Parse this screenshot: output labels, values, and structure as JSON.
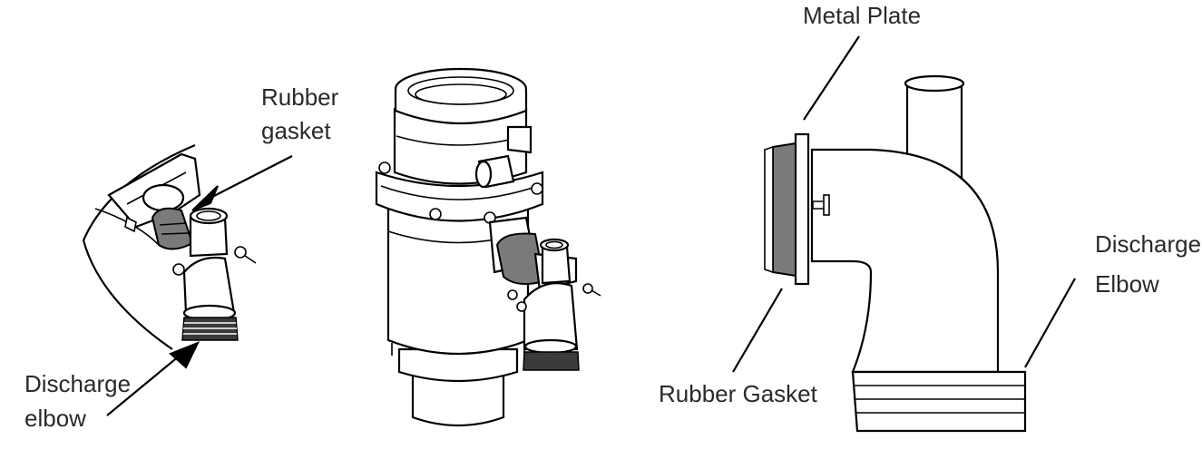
{
  "labels": {
    "rubber_gasket_left_line1": "Rubber",
    "rubber_gasket_left_line2": "gasket",
    "discharge_elbow_left_line1": "Discharge",
    "discharge_elbow_left_line2": "elbow",
    "metal_plate": "Metal Plate",
    "rubber_gasket_right": "Rubber Gasket",
    "discharge_elbow_right_line1": "Discharge",
    "discharge_elbow_right_line2": "Elbow"
  }
}
